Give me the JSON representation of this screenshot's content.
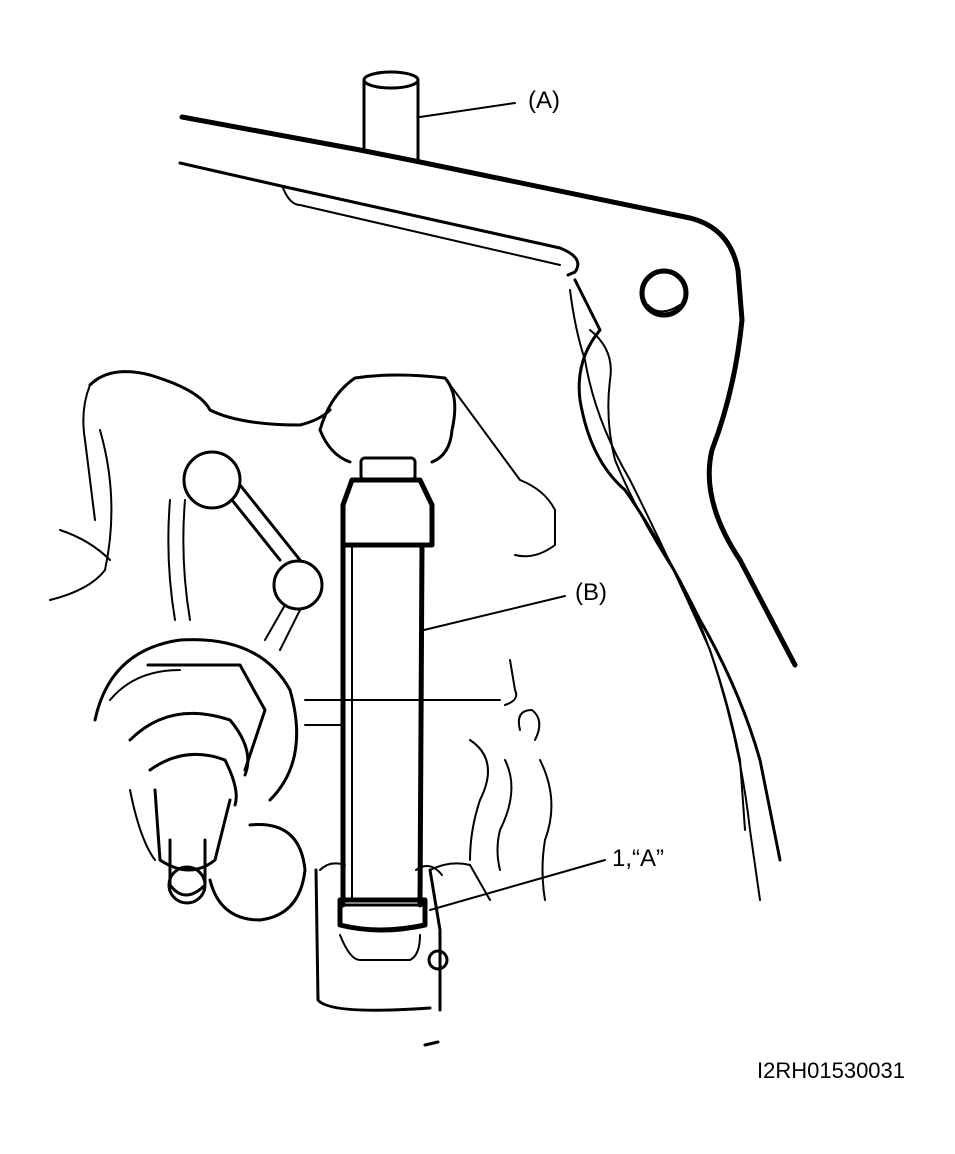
{
  "callouts": {
    "a": "(A)",
    "b": "(B)",
    "step": "1,“A”"
  },
  "figure_code": "I2RH01530031"
}
